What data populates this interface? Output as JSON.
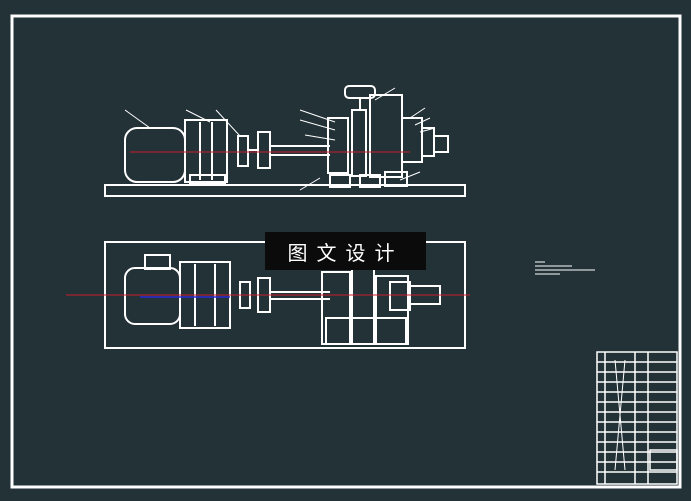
{
  "drawing": {
    "background": "#233237",
    "line_color": "#ffffff",
    "centerline_color": "#c81e2d",
    "accent_color": "#2b2bd6",
    "watermark_text": "图文设计",
    "views": [
      "side-elevation",
      "plan-view"
    ],
    "icons": [
      "motor-icon",
      "coupling-icon",
      "gearbox-icon",
      "pump-icon",
      "title-block-icon"
    ]
  }
}
